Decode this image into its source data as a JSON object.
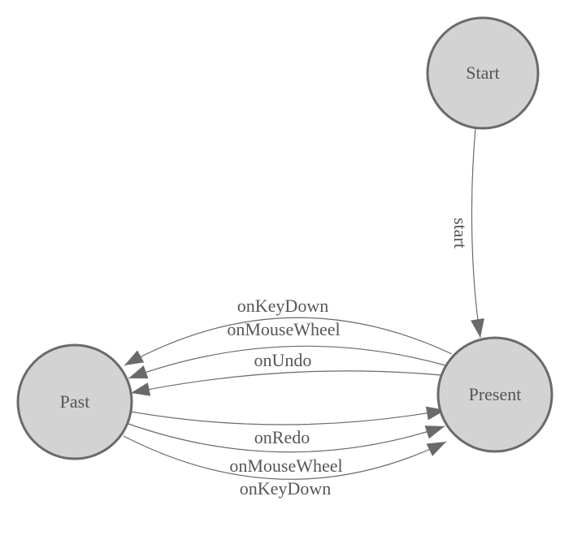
{
  "diagram": {
    "type": "state-machine",
    "colors": {
      "background": "#ffffff",
      "node_fill": "#d3d3d3",
      "node_stroke": "#6a6a6a",
      "edge_stroke": "#6a6a6a",
      "label_text": "#55555a"
    },
    "nodes": [
      {
        "id": "start",
        "label": "Start"
      },
      {
        "id": "past",
        "label": "Past"
      },
      {
        "id": "present",
        "label": "Present"
      }
    ],
    "edges": [
      {
        "from": "start",
        "to": "present",
        "label": "start"
      },
      {
        "from": "present",
        "to": "past",
        "label": "onKeyDown"
      },
      {
        "from": "present",
        "to": "past",
        "label": "onMouseWheel"
      },
      {
        "from": "present",
        "to": "past",
        "label": "onUndo"
      },
      {
        "from": "past",
        "to": "present",
        "label": "onRedo"
      },
      {
        "from": "past",
        "to": "present",
        "label": "onMouseWheel"
      },
      {
        "from": "past",
        "to": "present",
        "label": "onKeyDown"
      }
    ]
  }
}
